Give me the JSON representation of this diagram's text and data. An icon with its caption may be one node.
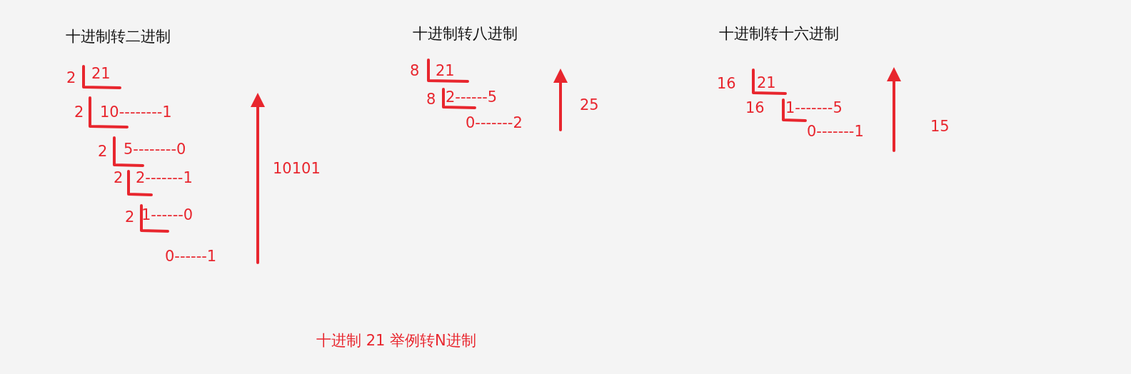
{
  "diagram": {
    "caption": "十进制 21 举例转N进制",
    "labels": [
      "十进制转二进制",
      "2",
      "21",
      "2",
      "10--------1",
      "2",
      "5--------0",
      "2",
      "2-------1",
      "2",
      "1------0",
      "0------1",
      "10101",
      "十进制转八进制",
      "8",
      "21",
      "8",
      "2------5",
      "0-------2",
      "25",
      "十进制转十六进制",
      "16",
      "21",
      "16",
      "1-------5",
      "0-------1",
      "15"
    ]
  }
}
